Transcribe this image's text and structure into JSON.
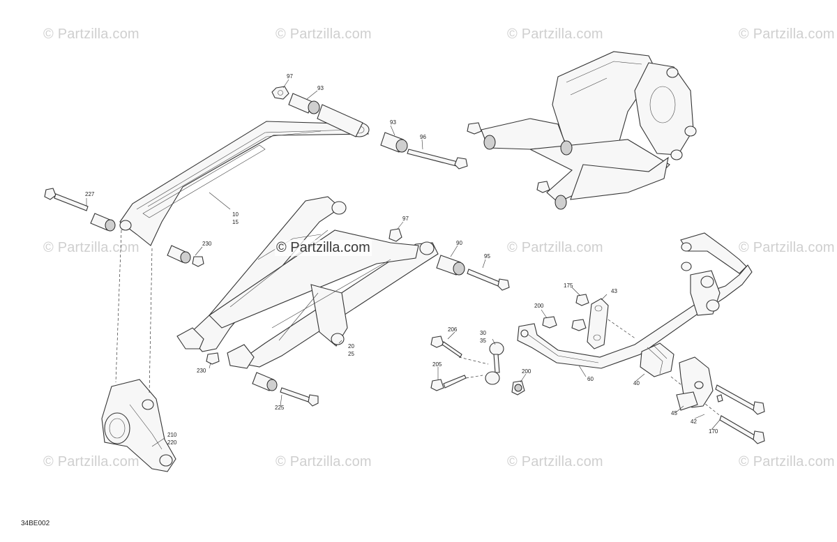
{
  "watermarks": {
    "text": "© Partzilla.com",
    "center_text": "© Partzilla.com"
  },
  "diagram_code": "34BE002",
  "callouts": {
    "c97a": "97",
    "c93a": "93",
    "c93b": "93",
    "c96": "96",
    "c227": "227",
    "c10": "10",
    "c15": "15",
    "c230a": "230",
    "c97b": "97",
    "c90": "90",
    "c95": "95",
    "c175": "175",
    "c43": "43",
    "c200a": "200",
    "c206": "206",
    "c30": "30",
    "c35": "35",
    "c20": "20",
    "c25": "25",
    "c230b": "230",
    "c205": "205",
    "c200b": "200",
    "c60": "60",
    "c40": "40",
    "c225": "225",
    "c45": "45",
    "c42": "42",
    "c170": "170",
    "c210": "210",
    "c220": "220"
  }
}
